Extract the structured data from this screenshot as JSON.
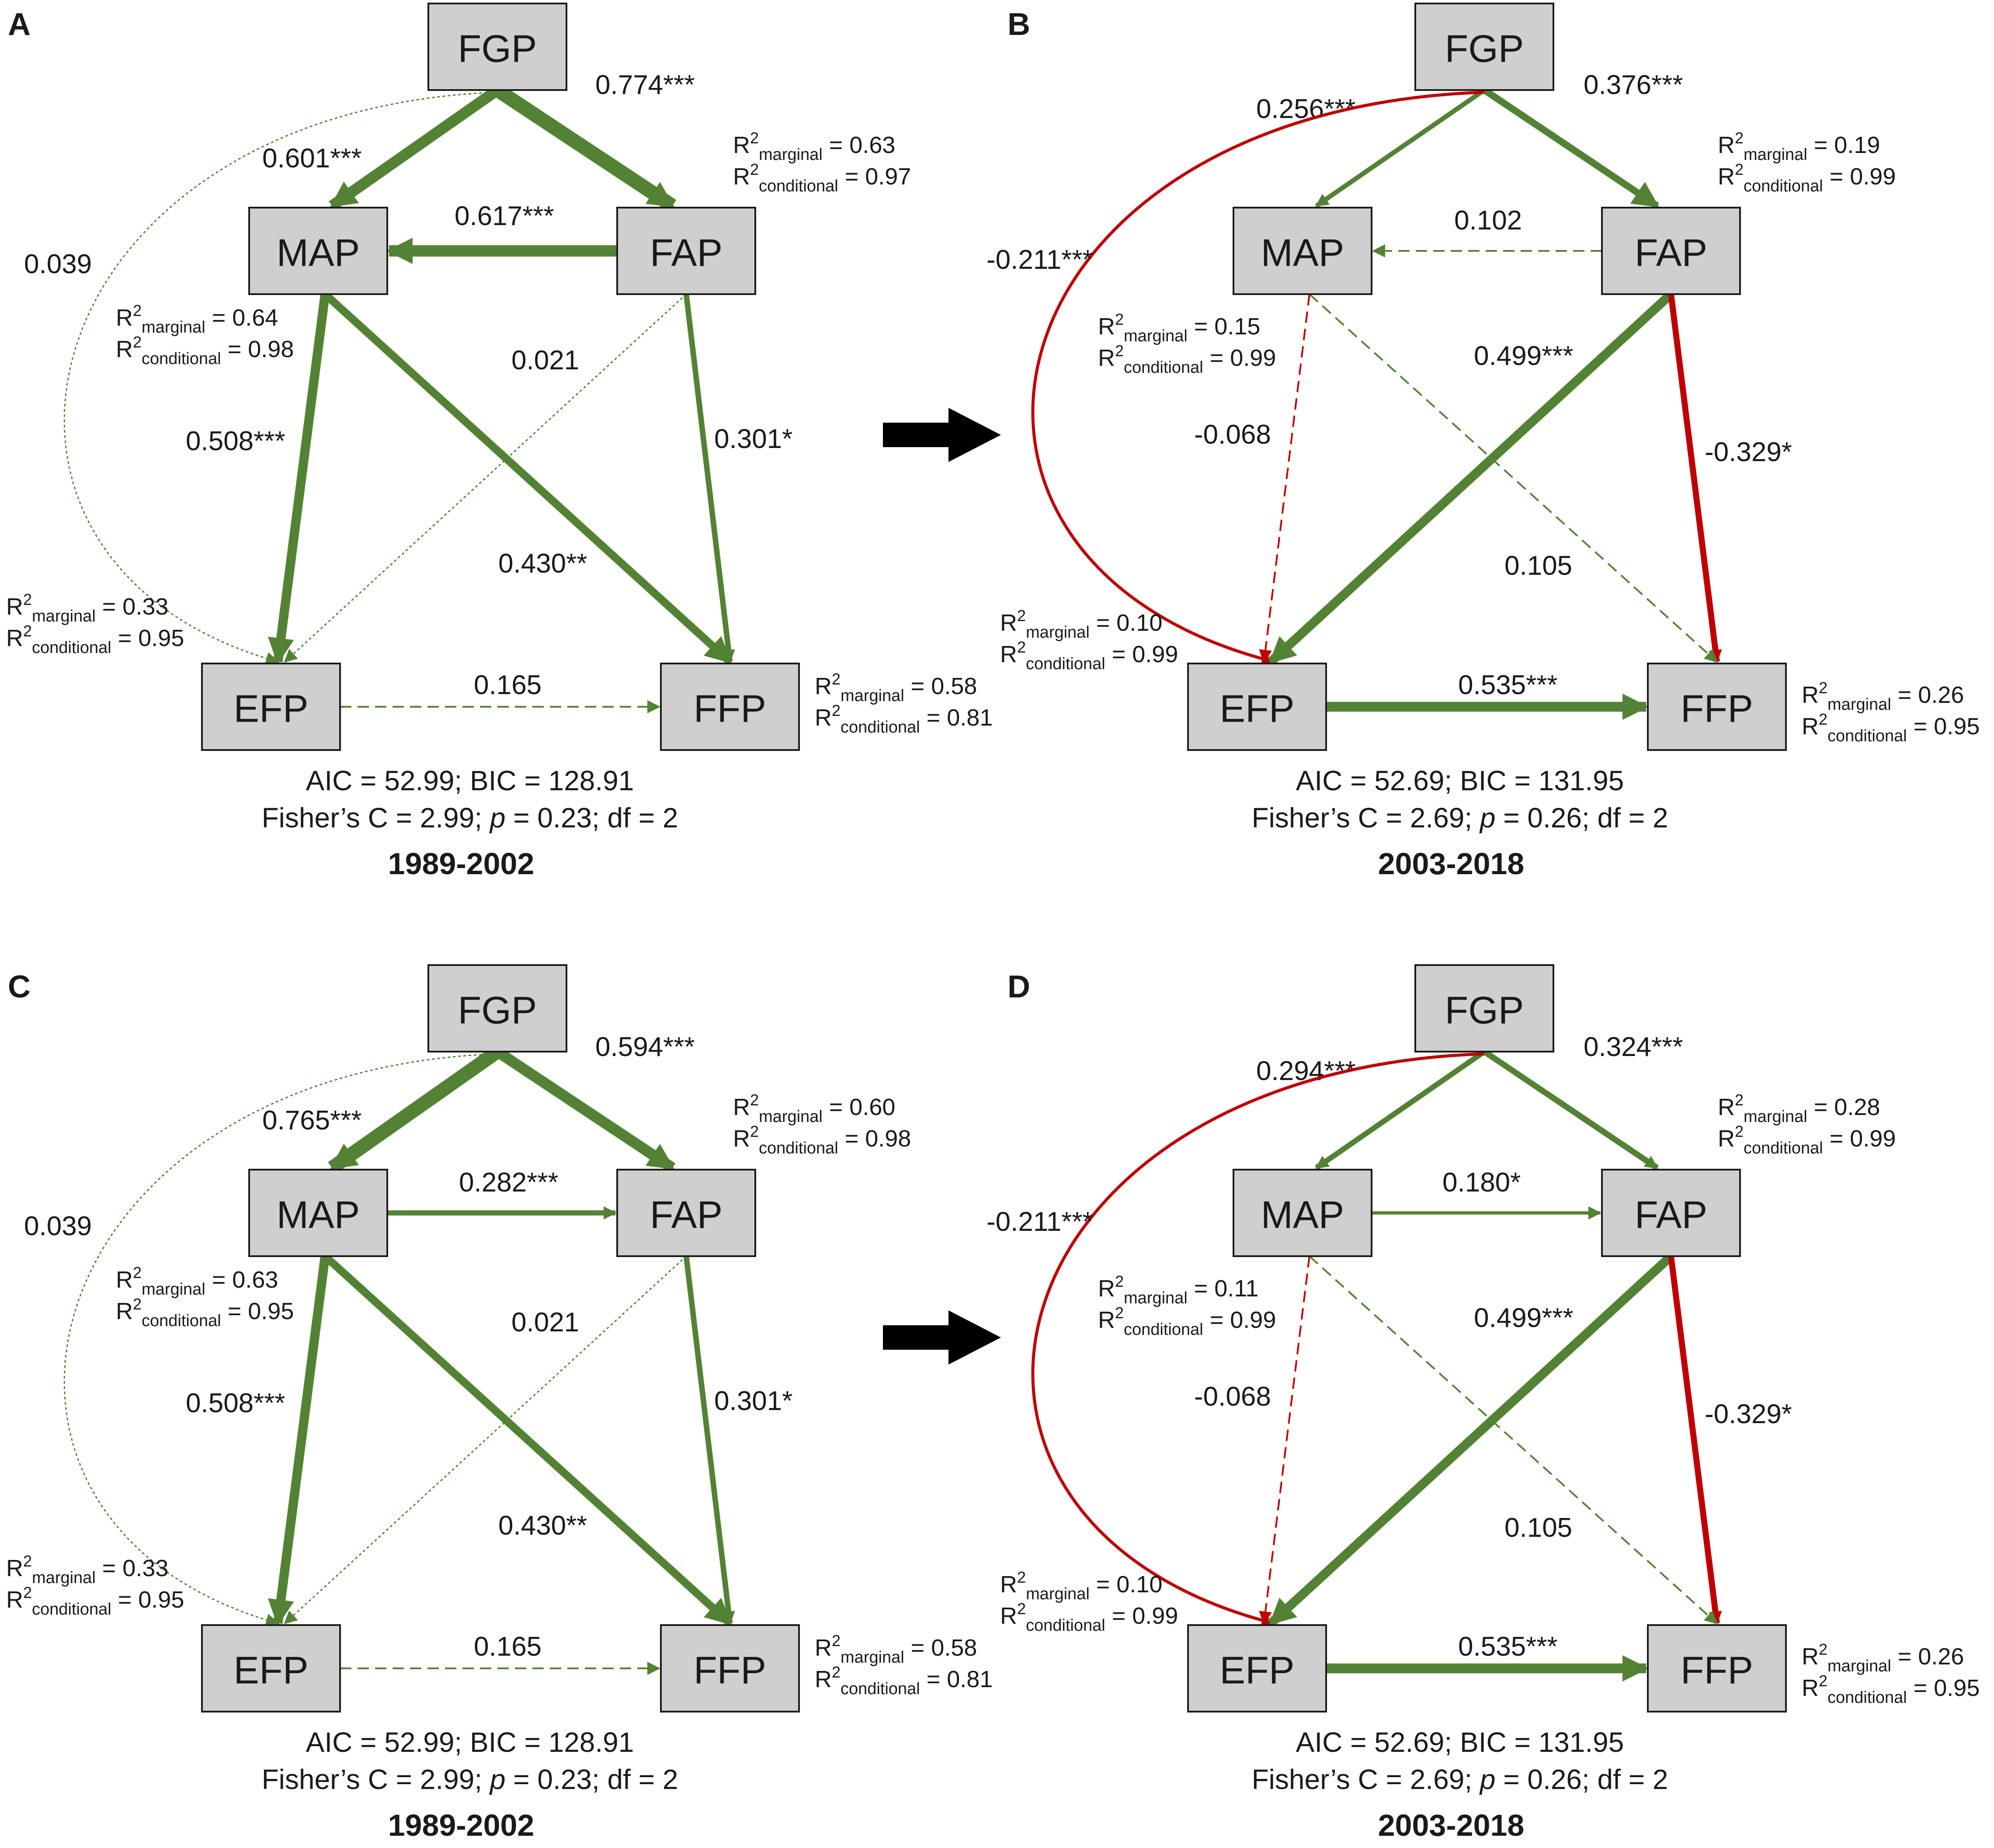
{
  "colors": {
    "positive": "#548235",
    "negative": "#c00000",
    "node_fill": "#d0cfcf",
    "arrow_between": "#000000"
  },
  "panels": [
    {
      "letter": "A",
      "nodes": {
        "FGP": "FGP",
        "MAP": "MAP",
        "FAP": "FAP",
        "EFP": "EFP",
        "FFP": "FFP"
      },
      "paths": [
        {
          "id": "fgp_map",
          "from": "FGP",
          "to": "MAP",
          "coef": "0.601***",
          "value": 0.601,
          "sign": "positive",
          "style": "solid"
        },
        {
          "id": "fgp_fap",
          "from": "FGP",
          "to": "FAP",
          "coef": "0.774***",
          "value": 0.774,
          "sign": "positive",
          "style": "solid"
        },
        {
          "id": "fap_map",
          "from": "FAP",
          "to": "MAP",
          "coef": "0.617***",
          "value": 0.617,
          "sign": "positive",
          "style": "solid"
        },
        {
          "id": "fgp_efp",
          "from": "FGP",
          "to": "EFP",
          "coef": "0.039",
          "value": 0.039,
          "sign": "positive",
          "style": "dotted"
        },
        {
          "id": "fap_efp",
          "from": "FAP",
          "to": "EFP",
          "coef": "0.021",
          "value": 0.021,
          "sign": "positive",
          "style": "dotted"
        },
        {
          "id": "map_efp",
          "from": "MAP",
          "to": "EFP",
          "coef": "0.508***",
          "value": 0.508,
          "sign": "positive",
          "style": "solid"
        },
        {
          "id": "fap_ffp",
          "from": "FAP",
          "to": "FFP",
          "coef": "0.301*",
          "value": 0.301,
          "sign": "positive",
          "style": "solid"
        },
        {
          "id": "map_ffp",
          "from": "MAP",
          "to": "FFP",
          "coef": "0.430**",
          "value": 0.43,
          "sign": "positive",
          "style": "solid"
        },
        {
          "id": "efp_ffp",
          "from": "EFP",
          "to": "FFP",
          "coef": "0.165",
          "value": 0.165,
          "sign": "positive",
          "style": "dashed"
        }
      ],
      "r2": {
        "FAP": {
          "marginal": "0.63",
          "conditional": "0.97"
        },
        "MAP": {
          "marginal": "0.64",
          "conditional": "0.98"
        },
        "EFP": {
          "marginal": "0.33",
          "conditional": "0.95"
        },
        "FFP": {
          "marginal": "0.58",
          "conditional": "0.81"
        }
      },
      "fit_line1": "AIC = 52.99; BIC = 128.91",
      "fit_line2_pre": "Fisher’s C = 2.99; ",
      "fit_line2_p": "p",
      "fit_line2_post": " = 0.23; df = 2",
      "period": "1989-2002"
    },
    {
      "letter": "B",
      "nodes": {
        "FGP": "FGP",
        "MAP": "MAP",
        "FAP": "FAP",
        "EFP": "EFP",
        "FFP": "FFP"
      },
      "paths": [
        {
          "id": "fgp_map",
          "from": "FGP",
          "to": "MAP",
          "coef": "0.256***",
          "value": 0.256,
          "sign": "positive",
          "style": "solid"
        },
        {
          "id": "fgp_fap",
          "from": "FGP",
          "to": "FAP",
          "coef": "0.376***",
          "value": 0.376,
          "sign": "positive",
          "style": "solid"
        },
        {
          "id": "fap_map",
          "from": "FAP",
          "to": "MAP",
          "coef": "0.102",
          "value": 0.102,
          "sign": "positive",
          "style": "dashed"
        },
        {
          "id": "fgp_efp",
          "from": "FGP",
          "to": "EFP",
          "coef": "-0.211***",
          "value": -0.211,
          "sign": "negative",
          "style": "solid"
        },
        {
          "id": "map_efp",
          "from": "MAP",
          "to": "EFP",
          "coef": "-0.068",
          "value": -0.068,
          "sign": "negative",
          "style": "dashed"
        },
        {
          "id": "fap_efp",
          "from": "FAP",
          "to": "EFP",
          "coef": "0.499***",
          "value": 0.499,
          "sign": "positive",
          "style": "solid"
        },
        {
          "id": "fap_ffp",
          "from": "FAP",
          "to": "FFP",
          "coef": "-0.329*",
          "value": -0.329,
          "sign": "negative",
          "style": "solid"
        },
        {
          "id": "map_ffp",
          "from": "MAP",
          "to": "FFP",
          "coef": "0.105",
          "value": 0.105,
          "sign": "positive",
          "style": "dashed"
        },
        {
          "id": "efp_ffp",
          "from": "EFP",
          "to": "FFP",
          "coef": "0.535***",
          "value": 0.535,
          "sign": "positive",
          "style": "solid"
        }
      ],
      "r2": {
        "FAP": {
          "marginal": "0.19",
          "conditional": "0.99"
        },
        "MAP": {
          "marginal": "0.15",
          "conditional": "0.99"
        },
        "EFP": {
          "marginal": "0.10",
          "conditional": "0.99"
        },
        "FFP": {
          "marginal": "0.26",
          "conditional": "0.95"
        }
      },
      "fit_line1": "AIC = 52.69; BIC = 131.95",
      "fit_line2_pre": "Fisher’s C = 2.69; ",
      "fit_line2_p": "p",
      "fit_line2_post": " = 0.26; df = 2",
      "period": "2003-2018"
    },
    {
      "letter": "C",
      "nodes": {
        "FGP": "FGP",
        "MAP": "MAP",
        "FAP": "FAP",
        "EFP": "EFP",
        "FFP": "FFP"
      },
      "paths": [
        {
          "id": "fgp_map",
          "from": "FGP",
          "to": "MAP",
          "coef": "0.765***",
          "value": 0.765,
          "sign": "positive",
          "style": "solid"
        },
        {
          "id": "fgp_fap",
          "from": "FGP",
          "to": "FAP",
          "coef": "0.594***",
          "value": 0.594,
          "sign": "positive",
          "style": "solid"
        },
        {
          "id": "map_fap",
          "from": "MAP",
          "to": "FAP",
          "coef": "0.282***",
          "value": 0.282,
          "sign": "positive",
          "style": "solid"
        },
        {
          "id": "fgp_efp",
          "from": "FGP",
          "to": "EFP",
          "coef": "0.039",
          "value": 0.039,
          "sign": "positive",
          "style": "dotted"
        },
        {
          "id": "fap_efp",
          "from": "FAP",
          "to": "EFP",
          "coef": "0.021",
          "value": 0.021,
          "sign": "positive",
          "style": "dotted"
        },
        {
          "id": "map_efp",
          "from": "MAP",
          "to": "EFP",
          "coef": "0.508***",
          "value": 0.508,
          "sign": "positive",
          "style": "solid"
        },
        {
          "id": "fap_ffp",
          "from": "FAP",
          "to": "FFP",
          "coef": "0.301*",
          "value": 0.301,
          "sign": "positive",
          "style": "solid"
        },
        {
          "id": "map_ffp",
          "from": "MAP",
          "to": "FFP",
          "coef": "0.430**",
          "value": 0.43,
          "sign": "positive",
          "style": "solid"
        },
        {
          "id": "efp_ffp",
          "from": "EFP",
          "to": "FFP",
          "coef": "0.165",
          "value": 0.165,
          "sign": "positive",
          "style": "dashed"
        }
      ],
      "r2": {
        "FAP": {
          "marginal": "0.60",
          "conditional": "0.98"
        },
        "MAP": {
          "marginal": "0.63",
          "conditional": "0.95"
        },
        "EFP": {
          "marginal": "0.33",
          "conditional": "0.95"
        },
        "FFP": {
          "marginal": "0.58",
          "conditional": "0.81"
        }
      },
      "fit_line1": "AIC = 52.99; BIC = 128.91",
      "fit_line2_pre": "Fisher’s C = 2.99; ",
      "fit_line2_p": "p",
      "fit_line2_post": " = 0.23; df = 2",
      "period": "1989-2002"
    },
    {
      "letter": "D",
      "nodes": {
        "FGP": "FGP",
        "MAP": "MAP",
        "FAP": "FAP",
        "EFP": "EFP",
        "FFP": "FFP"
      },
      "paths": [
        {
          "id": "fgp_map",
          "from": "FGP",
          "to": "MAP",
          "coef": "0.294***",
          "value": 0.294,
          "sign": "positive",
          "style": "solid"
        },
        {
          "id": "fgp_fap",
          "from": "FGP",
          "to": "FAP",
          "coef": "0.324***",
          "value": 0.324,
          "sign": "positive",
          "style": "solid"
        },
        {
          "id": "map_fap",
          "from": "MAP",
          "to": "FAP",
          "coef": "0.180*",
          "value": 0.18,
          "sign": "positive",
          "style": "solid"
        },
        {
          "id": "fgp_efp",
          "from": "FGP",
          "to": "EFP",
          "coef": "-0.211***",
          "value": -0.211,
          "sign": "negative",
          "style": "solid"
        },
        {
          "id": "map_efp",
          "from": "MAP",
          "to": "EFP",
          "coef": "-0.068",
          "value": -0.068,
          "sign": "negative",
          "style": "dashed"
        },
        {
          "id": "fap_efp",
          "from": "FAP",
          "to": "EFP",
          "coef": "0.499***",
          "value": 0.499,
          "sign": "positive",
          "style": "solid"
        },
        {
          "id": "fap_ffp",
          "from": "FAP",
          "to": "FFP",
          "coef": "-0.329*",
          "value": -0.329,
          "sign": "negative",
          "style": "solid"
        },
        {
          "id": "map_ffp",
          "from": "MAP",
          "to": "FFP",
          "coef": "0.105",
          "value": 0.105,
          "sign": "positive",
          "style": "dashed"
        },
        {
          "id": "efp_ffp",
          "from": "EFP",
          "to": "FFP",
          "coef": "0.535***",
          "value": 0.535,
          "sign": "positive",
          "style": "solid"
        }
      ],
      "r2": {
        "FAP": {
          "marginal": "0.28",
          "conditional": "0.99"
        },
        "MAP": {
          "marginal": "0.11",
          "conditional": "0.99"
        },
        "EFP": {
          "marginal": "0.10",
          "conditional": "0.99"
        },
        "FFP": {
          "marginal": "0.26",
          "conditional": "0.95"
        }
      },
      "fit_line1": "AIC = 52.69; BIC = 131.95",
      "fit_line2_pre": "Fisher’s C = 2.69; ",
      "fit_line2_p": "p",
      "fit_line2_post": " = 0.26; df = 2",
      "period": "2003-2018"
    }
  ],
  "r2_labels": {
    "R": "R",
    "sup": "2",
    "marginal": "marginal",
    "conditional": "conditional"
  }
}
